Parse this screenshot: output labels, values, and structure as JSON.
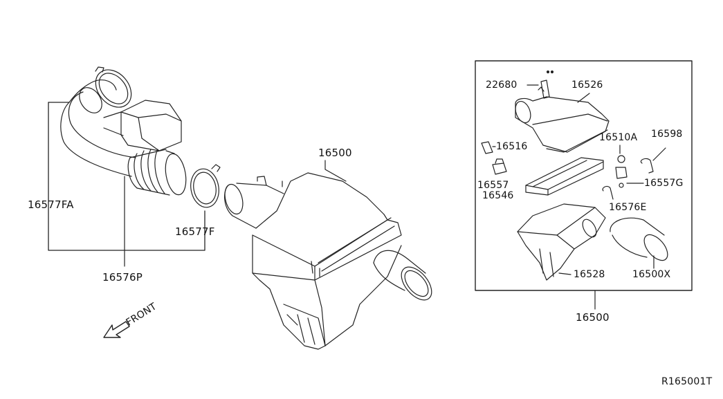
{
  "diagram": {
    "ref_code": "R165001T",
    "front_label": "FRONT",
    "parts": {
      "p16577FA": "16577FA",
      "p16576P": "16576P",
      "p16577F": "16577F",
      "p16500_main": "16500",
      "p22680": "22680",
      "p16526": "16526",
      "p16516": "16516",
      "p16510A": "16510A",
      "p16598": "16598",
      "p16557": "16557",
      "p16557G": "16557G",
      "p16546": "16546",
      "p16576E": "16576E",
      "p16528": "16528",
      "p16500X": "16500X",
      "p16500_box": "16500"
    }
  }
}
